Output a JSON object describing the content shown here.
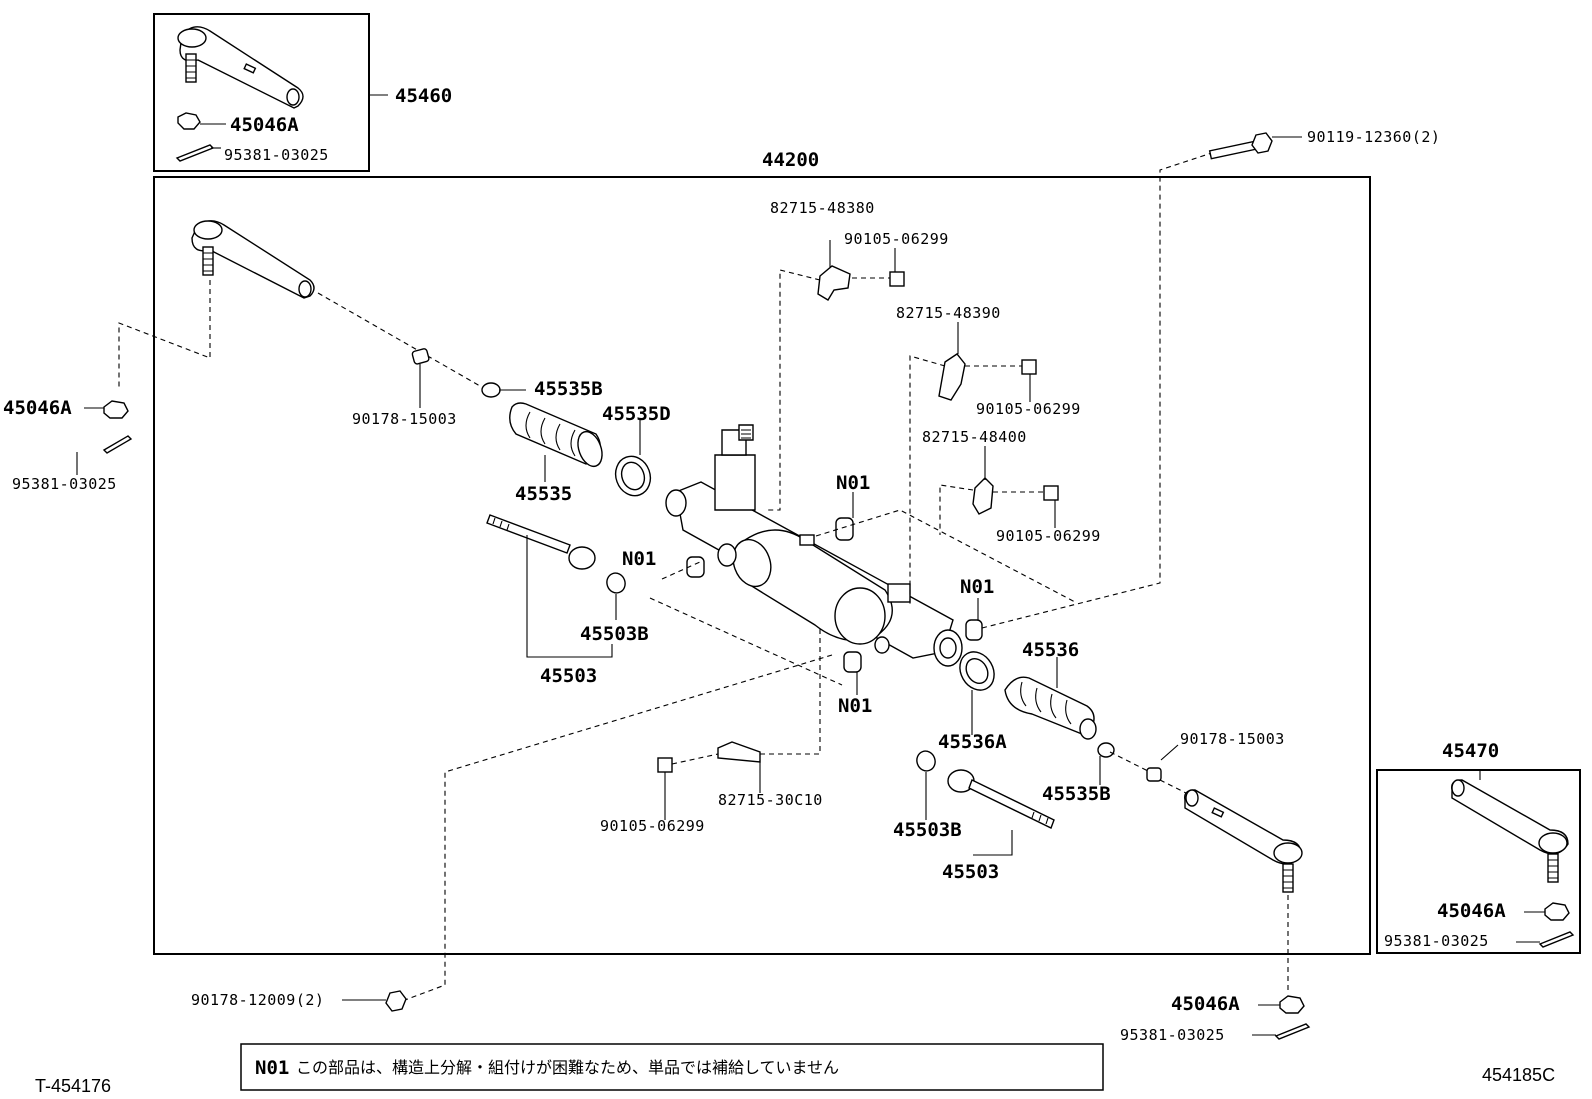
{
  "labels": {
    "tie_rod_end_lh_assy": "45460",
    "nut_top": "45046A",
    "pin_top": "95381-03025",
    "gear_assy": "44200",
    "bolt_top_right": "90119-12360(2)",
    "bracket_1": "82715-48380",
    "bolt_1": "90105-06299",
    "bracket_2": "82715-48390",
    "bolt_2": "90105-06299",
    "bracket_3": "82715-48400",
    "bolt_3": "90105-06299",
    "nut_left": "45046A",
    "pin_left": "95381-03025",
    "clip_left": "90178-15003",
    "clamp_left": "45535B",
    "clamp_left_big": "45535D",
    "boot_left": "45535",
    "n01_a": "N01",
    "n01_b": "N01",
    "n01_c": "N01",
    "n01_d": "N01",
    "washer_left": "45503B",
    "rod_left": "45503",
    "boot_right": "45536",
    "clamp_right_big": "45536A",
    "clip_right": "90178-15003",
    "clamp_right": "45535B",
    "bolt_4": "90105-06299",
    "bracket_4": "82715-30C10",
    "washer_right": "45503B",
    "rod_right": "45503",
    "tie_rod_end_rh_assy": "45470",
    "nut_rh_box": "45046A",
    "pin_rh_box": "95381-03025",
    "nut_bottom": "45046A",
    "pin_bottom": "95381-03025",
    "bolt_bottom_left": "90178-12009(2)"
  },
  "note": {
    "code": "N01",
    "text": "この部品は、構造上分解・組付けが困難なため、単品では補給していません"
  },
  "footer": {
    "left_ref": "T-454176",
    "right_ref": "454185C"
  }
}
